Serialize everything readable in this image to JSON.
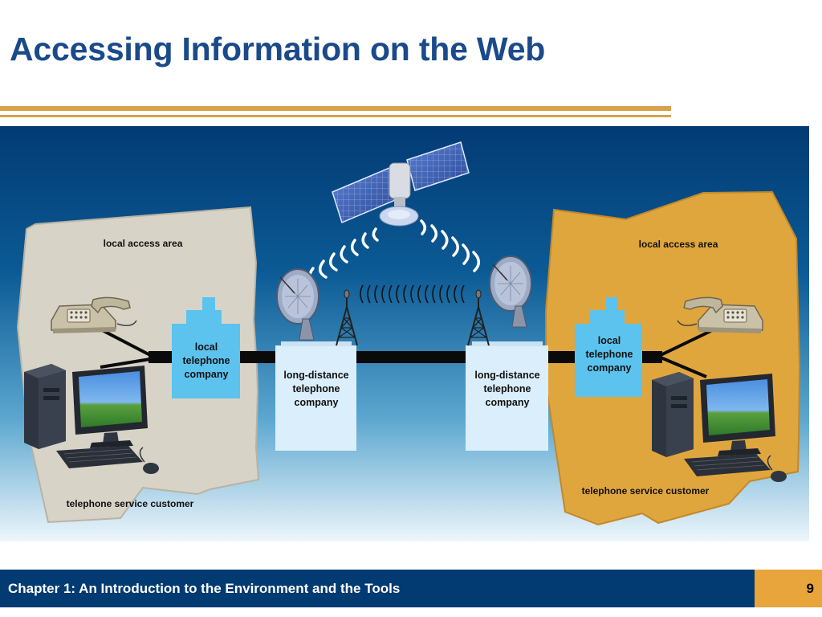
{
  "slide": {
    "title": "Accessing Information on the Web",
    "footer_text": "Chapter 1: An Introduction to the Environment and the Tools",
    "page_number": "9"
  },
  "diagram": {
    "left_area_label": "local access area",
    "right_area_label": "local access area",
    "left_customer_label": "telephone service customer",
    "right_customer_label": "telephone service customer",
    "left_local_company_label": "local telephone company",
    "right_local_company_label": "local telephone company",
    "left_long_distance_label": "long-distance telephone company",
    "right_long_distance_label": "long-distance telephone company"
  },
  "colors": {
    "title": "#1a4a8a",
    "rule": "#d7a24a",
    "footer_bg": "#023a72",
    "page_box_bg": "#e7a53b",
    "left_area_fill": "#d8d3c7",
    "right_area_fill": "#e0a63e",
    "local_company_box": "#5bc3ee",
    "long_distance_box": "#dbeefb"
  },
  "icons": [
    "satellite-icon",
    "satellite-dish-icon",
    "radio-tower-icon",
    "telephone-icon",
    "desktop-computer-icon",
    "signal-wave-icon"
  ]
}
